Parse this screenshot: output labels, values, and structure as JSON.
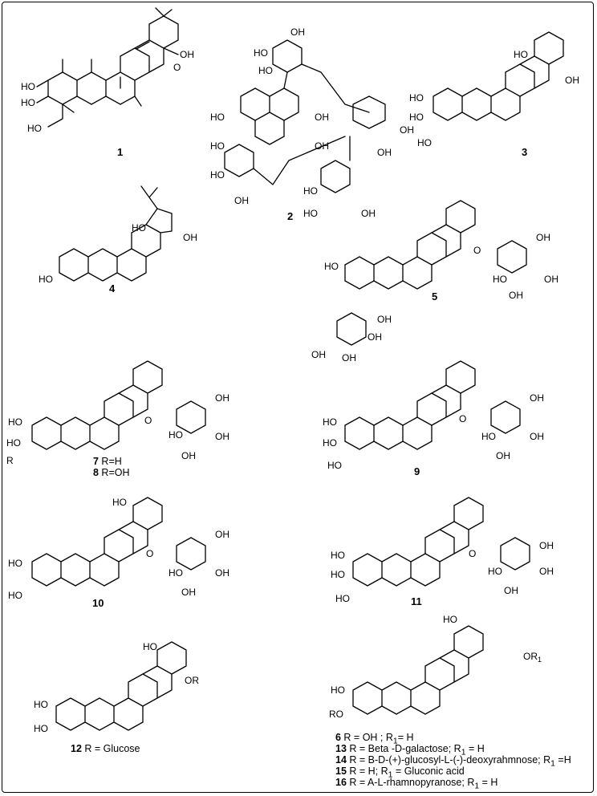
{
  "compounds": [
    {
      "id": "1",
      "label": "1"
    },
    {
      "id": "2",
      "label": "2"
    },
    {
      "id": "3",
      "label": "3"
    },
    {
      "id": "4",
      "label": "4"
    },
    {
      "id": "5",
      "label": "5"
    },
    {
      "id": "9",
      "label": "9"
    },
    {
      "id": "10",
      "label": "10"
    },
    {
      "id": "11",
      "label": "11"
    }
  ],
  "compound_7_8": {
    "line1_num": "7",
    "line1_text": " R=H",
    "line2_num": "8",
    "line2_text": " R=OH"
  },
  "compound_12": {
    "num": "12",
    "text": " R = Glucose"
  },
  "series_legend": [
    {
      "num": "6",
      "text": "  R = OH ; R",
      "sub": "1",
      "tail": "= H"
    },
    {
      "num": "13",
      "text": " R = Beta -D-galactose; R",
      "sub": "1",
      "tail": " = H"
    },
    {
      "num": "14",
      "text": " R = B-D-(+)-glucosyl-L-(-)-deoxyrahmnose; R",
      "sub": "1",
      "tail": " =H"
    },
    {
      "num": "15",
      "text": " R = H; R",
      "sub": "1",
      "tail": " = Gluconic acid"
    },
    {
      "num": "16",
      "text": " R = A-L-rhamnopyranose; R",
      "sub": "1",
      "tail": " = H"
    }
  ],
  "atoms": {
    "oh": "OH",
    "ho": "HO",
    "o": "O",
    "or1": "OR",
    "or1_sub": "1",
    "ro": "RO",
    "r": "R",
    "orr": "OR",
    "ho_short": "HO"
  }
}
